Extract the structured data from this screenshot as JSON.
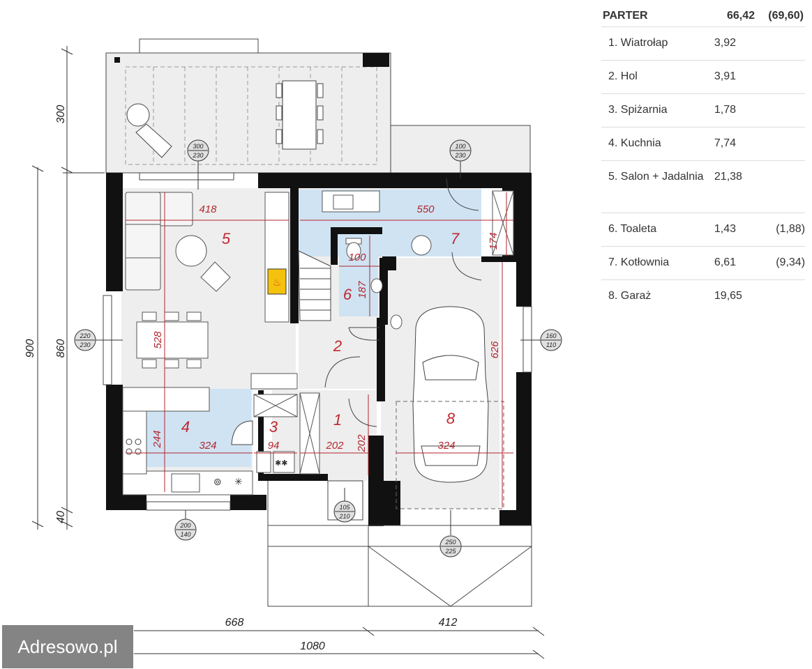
{
  "table": {
    "header": {
      "name": "PARTER",
      "area": "66,42",
      "area_total": "(69,60)"
    },
    "rows": [
      {
        "name": "1. Wiatrołap",
        "area": "3,92",
        "area_total": ""
      },
      {
        "name": "2. Hol",
        "area": "3,91",
        "area_total": ""
      },
      {
        "name": "3. Spiżarnia",
        "area": "1,78",
        "area_total": ""
      },
      {
        "name": "4. Kuchnia",
        "area": "7,74",
        "area_total": ""
      },
      {
        "name": "5. Salon + Jadalnia",
        "area": "21,38",
        "area_total": ""
      },
      {
        "name": "6. Toaleta",
        "area": "1,43",
        "area_total": "(1,88)"
      },
      {
        "name": "7. Kotłownia",
        "area": "6,61",
        "area_total": "(9,34)"
      },
      {
        "name": "8. Garaż",
        "area": "19,65",
        "area_total": ""
      }
    ]
  },
  "plan": {
    "rooms": [
      "1",
      "2",
      "3",
      "4",
      "5",
      "6",
      "7",
      "8"
    ],
    "outer_dims": {
      "bottom_left": "668",
      "bottom_right": "412",
      "bottom_total": "1080",
      "left_top": "300",
      "left_total": "900",
      "left_mid": "860",
      "left_bottom": "40"
    },
    "inner_dims": {
      "living_width": "418",
      "boiler_width": "550",
      "boiler_height": "174",
      "living_height": "528",
      "wc_width": "100",
      "wc_height": "187",
      "garage_height": "626",
      "kitchen_height": "244",
      "kitchen_width": "324",
      "pantry_width": "94",
      "vestibule_width": "202",
      "vestibule_height": "202",
      "garage_width": "324"
    },
    "openings": [
      {
        "top": "300",
        "bottom": "230"
      },
      {
        "top": "100",
        "bottom": "230"
      },
      {
        "top": "220",
        "bottom": "230"
      },
      {
        "top": "160",
        "bottom": "110"
      },
      {
        "top": "200",
        "bottom": "140"
      },
      {
        "top": "105",
        "bottom": "210"
      },
      {
        "top": "250",
        "bottom": "225"
      }
    ]
  },
  "watermark": "Adresowo.pl",
  "colors": {
    "wall": "#111111",
    "floor": "#eeeeee",
    "highlight": "#cfe3f3",
    "dimension_red": "#b3262e",
    "room_number": "#c0282f"
  }
}
